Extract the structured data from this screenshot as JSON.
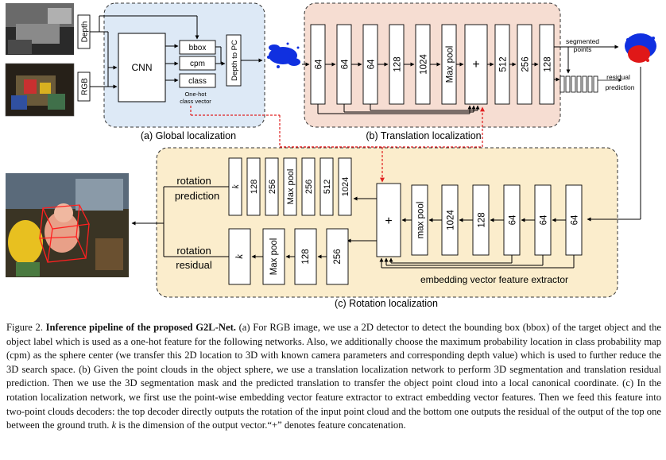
{
  "global": {
    "inputs": [
      "Depth",
      "RGB"
    ],
    "cnn": "CNN",
    "outputs": [
      "bbox",
      "cpm",
      "class"
    ],
    "onehot_note": [
      "One-hot",
      "class vector"
    ],
    "depth_to_pc": "Depth to PC",
    "label": "(a) Global localization"
  },
  "translation": {
    "encoder_layers": [
      "64",
      "64",
      "64",
      "128",
      "1024",
      "Max pool"
    ],
    "concat_symbol": "+",
    "decoder_layers": [
      "512",
      "256",
      "128"
    ],
    "seg_label": [
      "segmented",
      "points"
    ],
    "residual_label": [
      "residual",
      "prediction"
    ],
    "label": "(b) Translation localization"
  },
  "rotation": {
    "top_label": [
      "rotation",
      "prediction"
    ],
    "bottom_label": [
      "rotation",
      "residual"
    ],
    "top_decoder": [
      "k",
      "128",
      "256",
      "Max pool",
      "256",
      "512",
      "1024"
    ],
    "bottom_decoder": [
      "k",
      "Max pool",
      "128",
      "256"
    ],
    "extractor_layers": [
      "max pool",
      "1024",
      "128",
      "64",
      "64",
      "64"
    ],
    "concat_symbol": "+",
    "extractor_label": "embedding vector feature extractor",
    "label": "(c) Rotation localization"
  },
  "caption": {
    "fig": "Figure 2.",
    "title": "Inference pipeline of the proposed G2L-Net.",
    "text": " (a) For RGB image, we use a 2D detector to detect the bounding box (bbox) of the target object and the object label which is used as a one-hot feature for the following networks. Also, we additionally choose the maximum probability location in class probability map (cpm) as the sphere center (we transfer this 2D location to 3D with known camera parameters and corresponding depth value) which is used to further reduce the 3D search space. (b) Given the point clouds in the object sphere, we use a translation localization network to perform 3D segmentation and translation residual prediction. Then we use the 3D segmentation mask and the predicted translation to transfer the object point cloud into a local canonical coordinate. (c) In the rotation localization network, we first use the point-wise embedding vector feature extractor to extract embedding vector features. Then we feed this feature into two-point clouds decoders: the top decoder directly outputs the rotation of the input point cloud and the bottom one outputs the residual of the output of the top one between the ground truth. ",
    "k": "k",
    "tail": " is the dimension of the output vector.“+” denotes feature concatenation."
  },
  "colors": {
    "panel_a": "#dde9f6",
    "panel_b": "#f6ddd2",
    "panel_c": "#fbedcc",
    "red_dash": "#e02020",
    "blue_points": "#1030e0",
    "red_points": "#e01818"
  }
}
